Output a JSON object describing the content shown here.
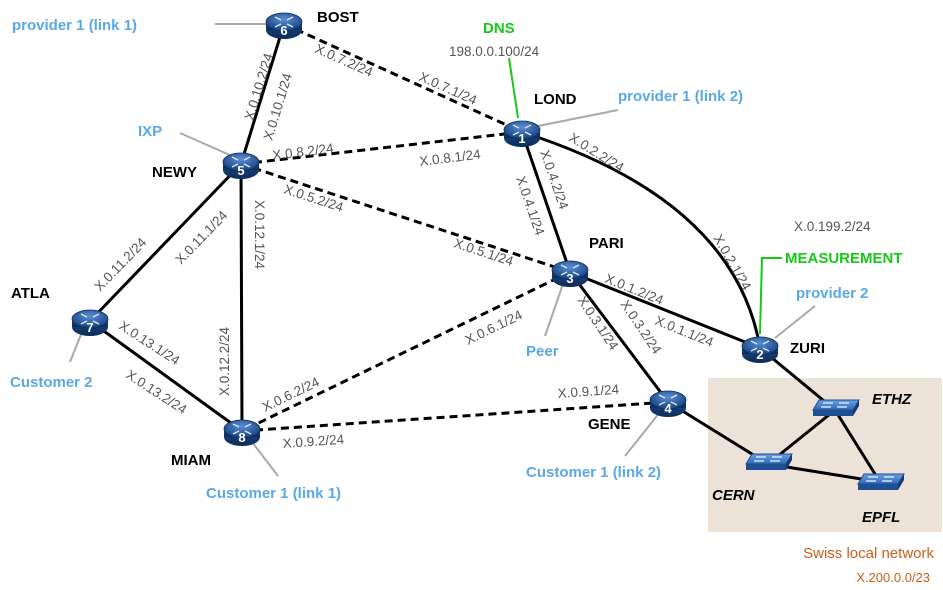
{
  "routers": [
    {
      "id": "1",
      "name": "LOND"
    },
    {
      "id": "2",
      "name": "ZURI"
    },
    {
      "id": "3",
      "name": "PARI"
    },
    {
      "id": "4",
      "name": "GENE"
    },
    {
      "id": "5",
      "name": "NEWY"
    },
    {
      "id": "6",
      "name": "BOST"
    },
    {
      "id": "7",
      "name": "ATLA"
    },
    {
      "id": "8",
      "name": "MIAM"
    }
  ],
  "switches": [
    {
      "name": "ETHZ"
    },
    {
      "name": "CERN"
    },
    {
      "name": "EPFL"
    }
  ],
  "links": [
    {
      "from": "BOST",
      "to": "NEWY",
      "style": "solid",
      "label_a": "X.0.10.2/24",
      "label_b": "X.0.10.1/24"
    },
    {
      "from": "BOST",
      "to": "LOND",
      "style": "dashed",
      "label_a": "X.0.7.2/24",
      "label_b": "X.0.7.1/24"
    },
    {
      "from": "NEWY",
      "to": "LOND",
      "style": "dashed",
      "label_a": "X.0.8.2/24",
      "label_b": "X.0.8.1/24"
    },
    {
      "from": "NEWY",
      "to": "PARI",
      "style": "dashed",
      "label_a": "X.0.5.2/24",
      "label_b": "X.0.5.1/24"
    },
    {
      "from": "NEWY",
      "to": "ATLA",
      "style": "solid",
      "label_a": "X.0.11.1/24",
      "label_b": "X.0.11.2/24"
    },
    {
      "from": "NEWY",
      "to": "MIAM",
      "style": "solid",
      "label_a": "X.0.12.1/24",
      "label_b": "X.0.12.2/24"
    },
    {
      "from": "LOND",
      "to": "PARI",
      "style": "solid",
      "label_a": "X.0.4.2/24",
      "label_b": "X.0.4.1/24"
    },
    {
      "from": "LOND",
      "to": "ZURI",
      "style": "solid",
      "label_a": "X.0.2.2/24",
      "label_b": "X.0.2.1/24"
    },
    {
      "from": "PARI",
      "to": "ZURI",
      "style": "solid",
      "label_a": "X.0.1.2/24",
      "label_b": "X.0.1.1/24"
    },
    {
      "from": "PARI",
      "to": "GENE",
      "style": "solid",
      "label_a": "X.0.3.1/24",
      "label_b": "X.0.3.2/24"
    },
    {
      "from": "PARI",
      "to": "MIAM",
      "style": "dashed",
      "label_a": "X.0.6.1/24",
      "label_b": "X.0.6.2/24"
    },
    {
      "from": "ATLA",
      "to": "MIAM",
      "style": "solid",
      "label_a": "X.0.13.1/24",
      "label_b": "X.0.13.2/24"
    },
    {
      "from": "MIAM",
      "to": "GENE",
      "style": "dashed",
      "label_a": "X.0.9.2/24",
      "label_b": "X.0.9.1/24"
    },
    {
      "from": "ZURI",
      "to": "ETHZ",
      "style": "solid"
    },
    {
      "from": "GENE",
      "to": "CERN",
      "style": "solid"
    },
    {
      "from": "CERN",
      "to": "ETHZ",
      "style": "solid"
    },
    {
      "from": "CERN",
      "to": "EPFL",
      "style": "solid"
    },
    {
      "from": "ETHZ",
      "to": "EPFL",
      "style": "solid"
    }
  ],
  "externals": [
    {
      "label": "provider 1 (link 1)",
      "attached": "BOST"
    },
    {
      "label": "provider 1 (link 2)",
      "attached": "LOND"
    },
    {
      "label": "IXP",
      "attached": "NEWY"
    },
    {
      "label": "provider 2",
      "attached": "ZURI"
    },
    {
      "label": "Peer",
      "attached": "PARI"
    },
    {
      "label": "Customer 2",
      "attached": "ATLA"
    },
    {
      "label": "Customer 1 (link 1)",
      "attached": "MIAM"
    },
    {
      "label": "Customer 1 (link 2)",
      "attached": "GENE"
    }
  ],
  "dns": {
    "label": "DNS",
    "ip": "198.0.0.100/24"
  },
  "measurement": {
    "label": "MEASUREMENT",
    "ip": "X.0.199.2/24"
  },
  "swiss_network": {
    "label": "Swiss local network",
    "subnet": "X.200.0.0/23"
  },
  "colors": {
    "external_label": "#5aa9e6",
    "special_host": "#16c916",
    "swiss_box": "#ece2d8",
    "swiss_text": "#c8601e",
    "router": "#1f5aa6",
    "ip_label": "#555555"
  }
}
